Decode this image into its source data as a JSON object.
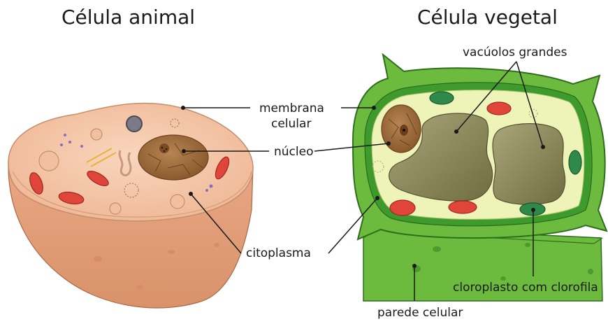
{
  "titles": {
    "animal": "Célula animal",
    "plant": "Célula vegetal"
  },
  "labels": {
    "membrane_line1": "membrana",
    "membrane_line2": "celular",
    "nucleus": "núcleo",
    "cytoplasm": "citoplasma",
    "vacuoles": "vacúolos grandes",
    "chloroplast": "cloroplasto com clorofila",
    "cell_wall": "parede celular"
  },
  "colors": {
    "animal_cytoplasm": "#f4c4a4",
    "animal_body": "#e8a57c",
    "nucleus": "#9b6a3c",
    "cell_wall": "#6dbb3e",
    "plant_cytoplasm": "#eef3b8",
    "vacuole": "#8b8a5a",
    "mitochondria": "#e0453a",
    "chloroplast": "#2f8a4a"
  }
}
